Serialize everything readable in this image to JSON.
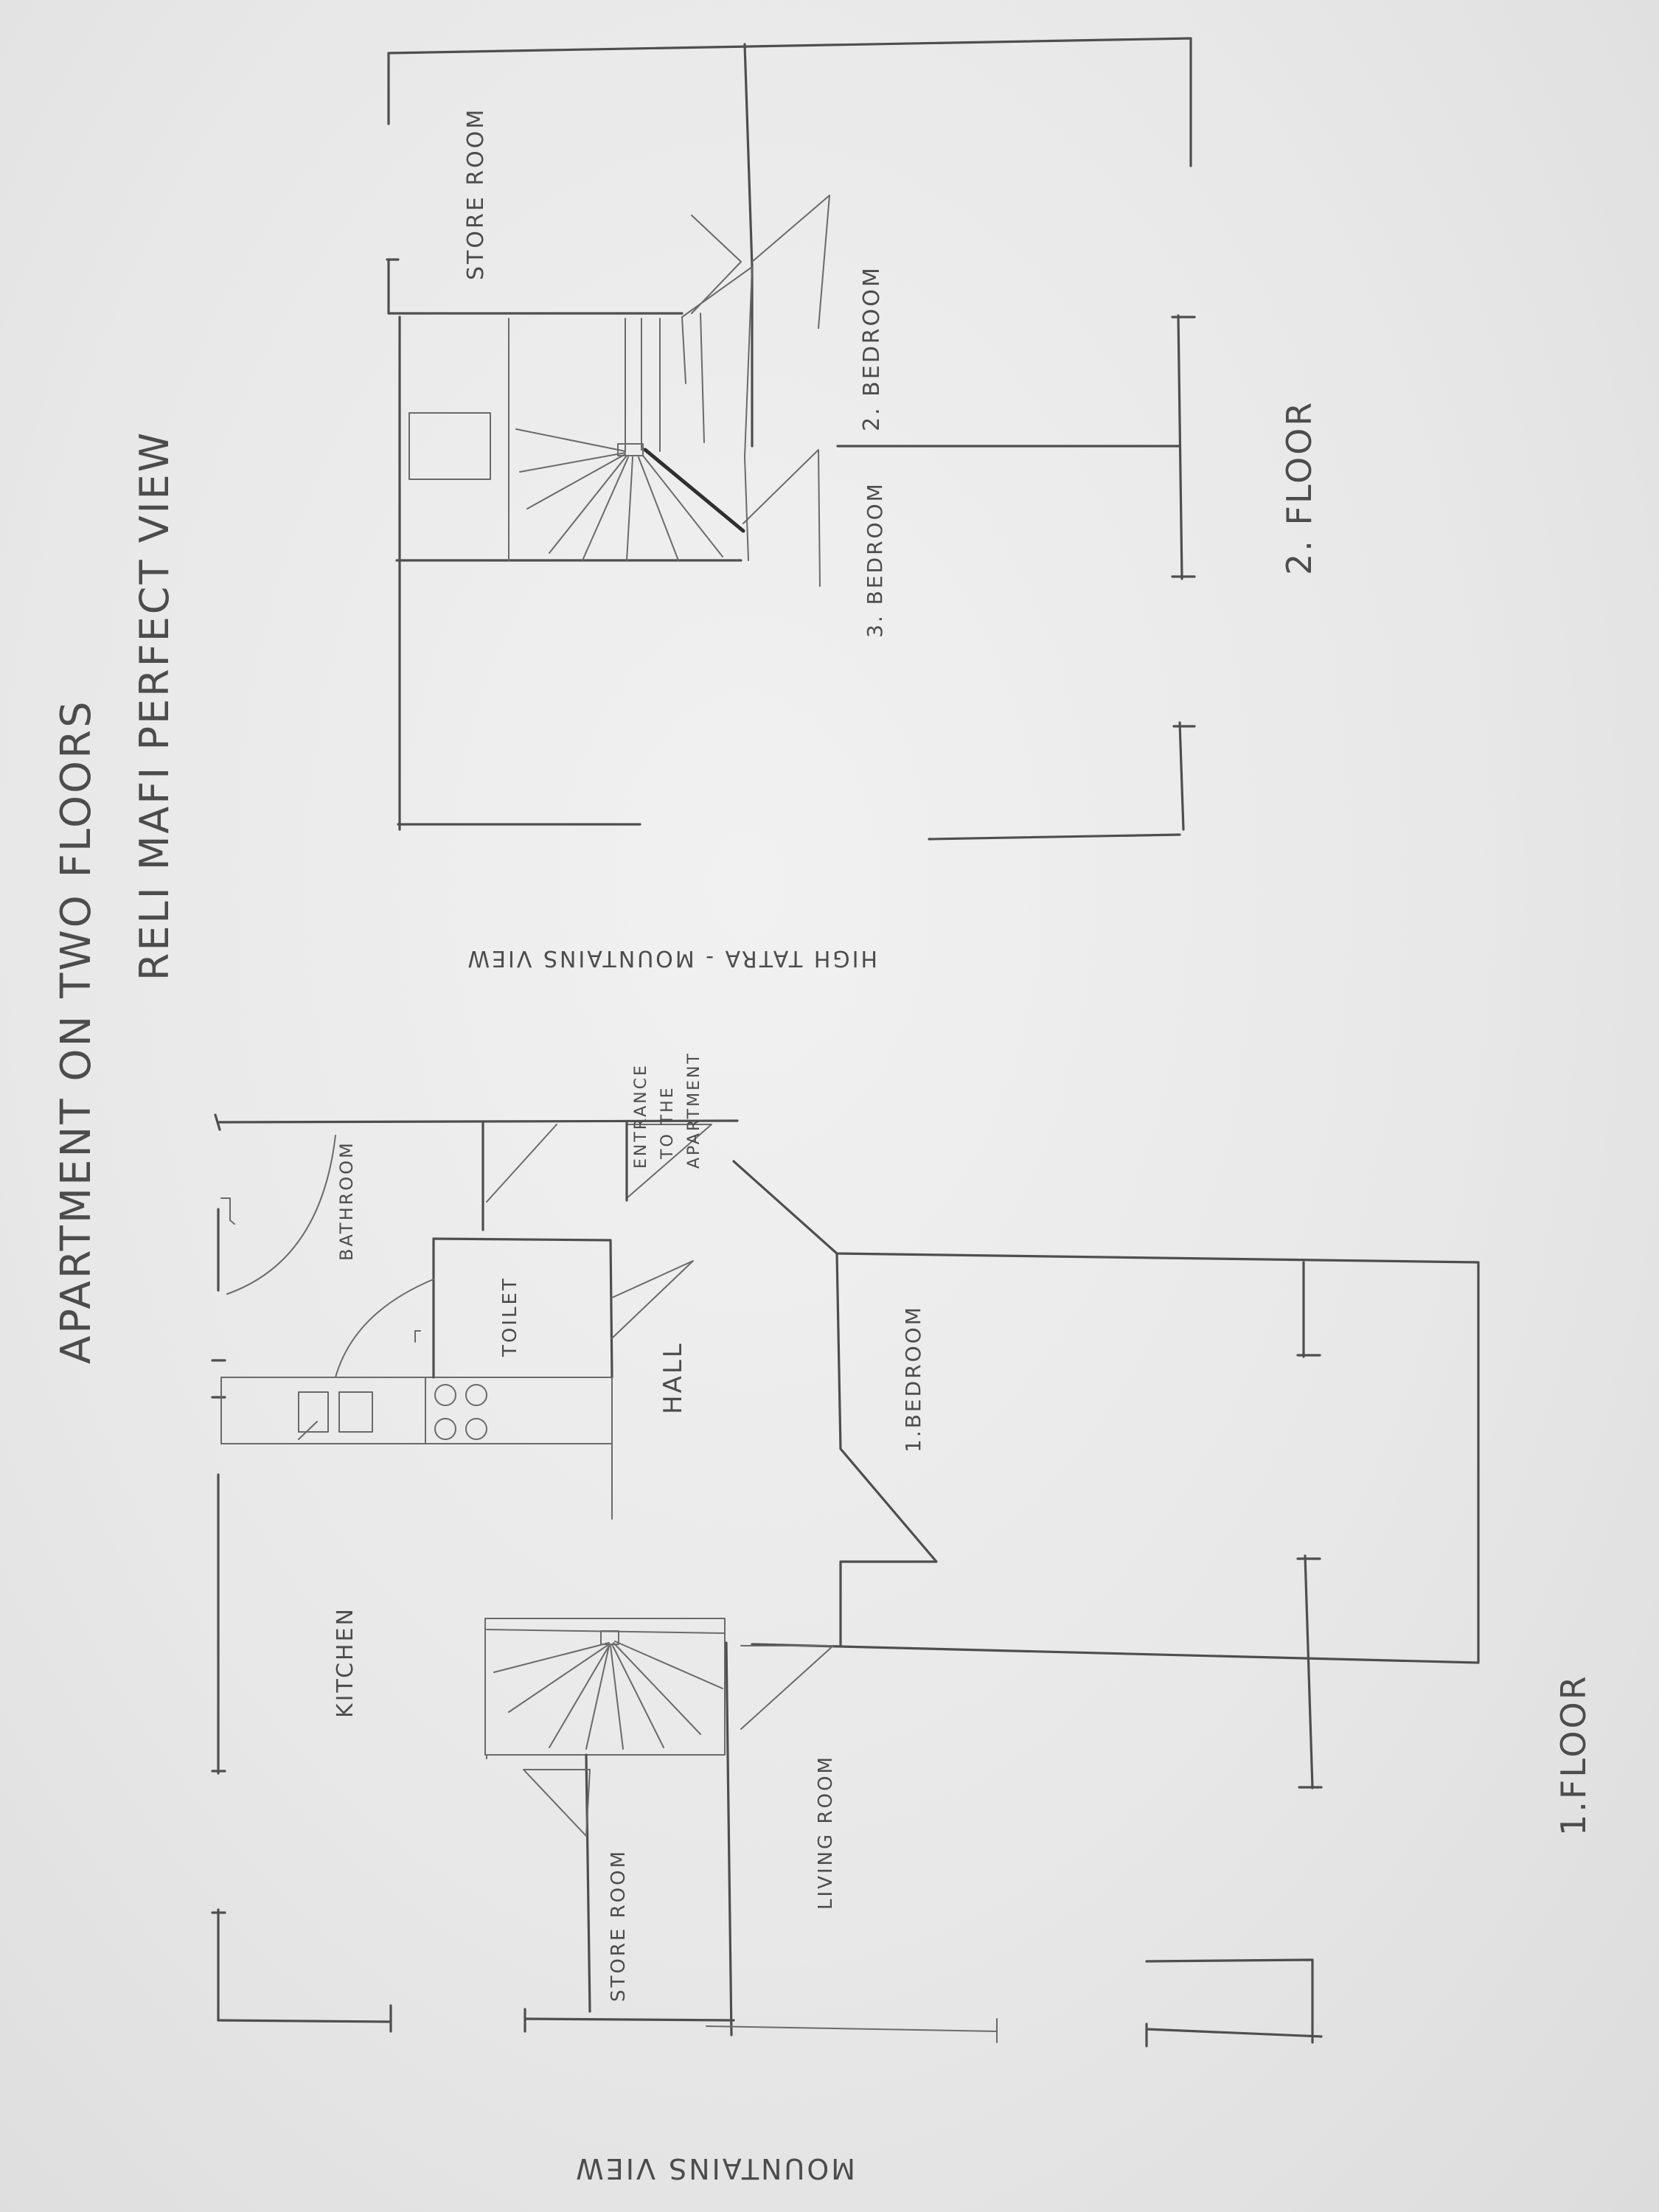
{
  "title": "APARTMENT ON TWO FLOORS",
  "subtitle": "RELI MAFI PERFECT VIEW",
  "floor1": {
    "label": "1.FLOOR",
    "rooms": {
      "kitchen": "KITCHEN",
      "bathroom": "BATHROOM",
      "toilet": "TOILET",
      "hall": "HALL",
      "bedroom": "1.BEDROOM",
      "living_room": "LIVING ROOM",
      "store_room": "STORE ROOM"
    },
    "entrance": [
      "ENTRANCE",
      "TO THE",
      "APARTMENT"
    ]
  },
  "floor2": {
    "label": "2. FLOOR",
    "rooms": {
      "store_room": "STORE ROOM",
      "bedroom_2": "2. BEDROOM",
      "bedroom_3": "3. BEDROOM"
    }
  },
  "views": {
    "high_tatra": "HIGH TATRA - MOUNTAINS VIEW",
    "mountains": "MOUNTAINS VIEW"
  }
}
